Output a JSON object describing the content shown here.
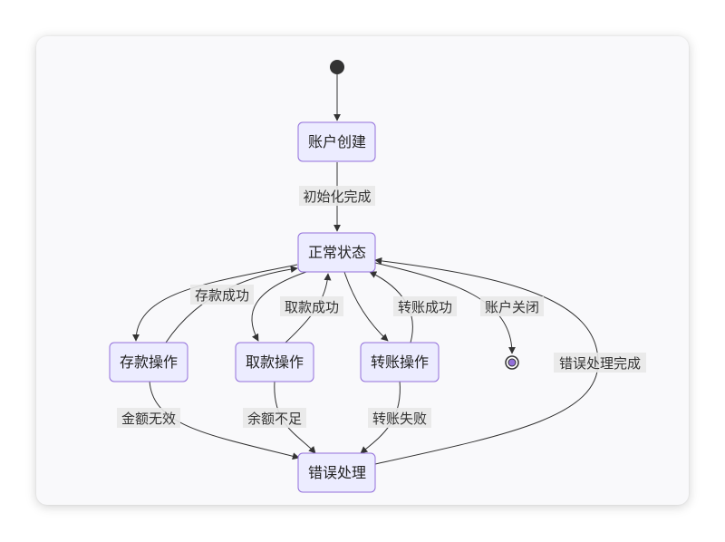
{
  "diagram": {
    "states": {
      "account_created": "账户创建",
      "normal": "正常状态",
      "deposit_op": "存款操作",
      "withdraw_op": "取款操作",
      "transfer_op": "转账操作",
      "error_handling": "错误处理"
    },
    "transitions": {
      "init_done": "初始化完成",
      "deposit_success": "存款成功",
      "withdraw_success": "取款成功",
      "transfer_success": "转账成功",
      "account_closed": "账户关闭",
      "error_done": "错误处理完成",
      "invalid_amount": "金额无效",
      "insufficient_balance": "余额不足",
      "transfer_failed": "转账失败"
    },
    "colors": {
      "state_fill": "#ECECFF",
      "state_stroke": "#9370DB",
      "edge": "#333333",
      "label_bg": "#e8e8e8"
    }
  }
}
